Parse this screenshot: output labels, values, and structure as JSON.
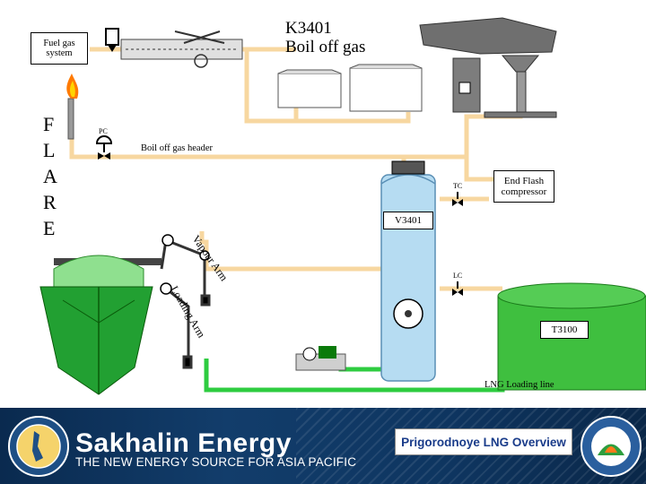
{
  "title": {
    "line1": "K3401",
    "line2": "Boil off gas"
  },
  "fuel_gas": {
    "line1": "Fuel gas",
    "line2": "system"
  },
  "flare_letters": [
    "F",
    "L",
    "A",
    "R",
    "E"
  ],
  "header_label": "Boil off gas header",
  "instruments": {
    "pc": "PC",
    "tc": "TC",
    "lc": "LC"
  },
  "vessel_label": "V3401",
  "compressor": {
    "line1": "End Flash",
    "line2": "compressor"
  },
  "tank_label": "T3100",
  "loading_line": "LNG Loading line",
  "vapour_arm": [
    "V",
    "a",
    "p",
    "o",
    "u",
    "r",
    " ",
    "A",
    "r",
    "m"
  ],
  "loading_arm": [
    "L",
    "o",
    "a",
    "d",
    "i",
    "n",
    "g",
    " ",
    "A",
    "r",
    "m"
  ],
  "footer": {
    "brand_name": "Sakhalin Energy",
    "tagline": "THE NEW ENERGY SOURCE FOR ASIA PACIFIC",
    "presentation_title": "Prigorodnoye LNG Overview"
  },
  "colors": {
    "gas_line": "#f7d7a0",
    "lng_line": "#2ecc40",
    "vessel": "#b6dcf2",
    "ship_hull": "#22a032",
    "tank": "#3fbf3f",
    "equipment": "#7a7a7a",
    "footer_bg": "#0e3560"
  }
}
